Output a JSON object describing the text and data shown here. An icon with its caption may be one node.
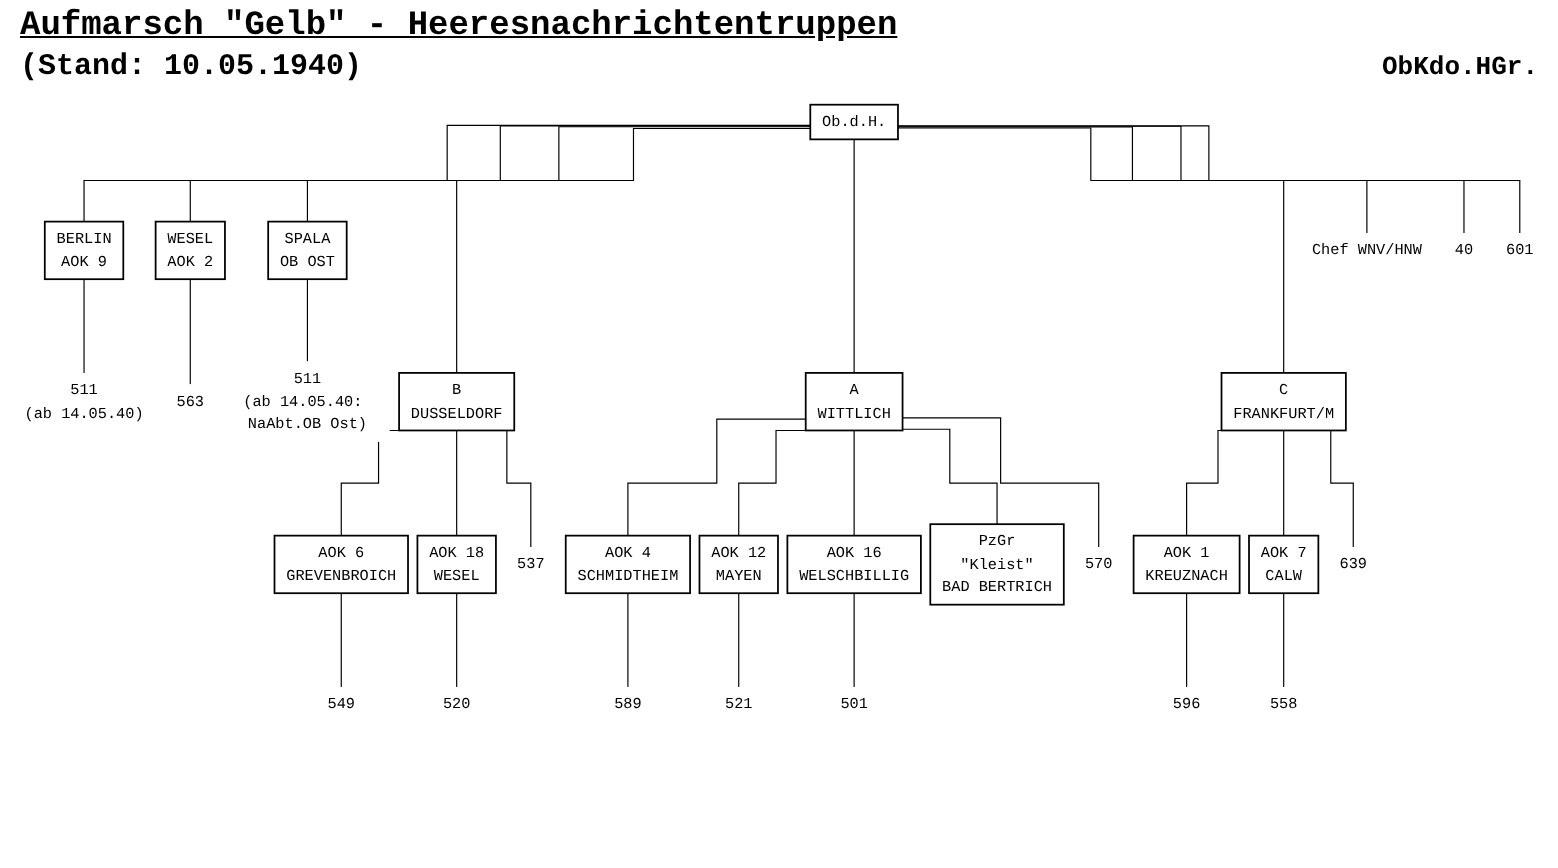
{
  "diagram": {
    "title": "Aufmarsch \"Gelb\" - Heeresnachrichtentruppen",
    "nodes": [
      {
        "text": [
          "Ob.d.H."
        ]
      },
      {
        "text": [
          "Chef WNV/HNW"
        ]
      },
      {
        "text": [
          "40"
        ]
      },
      {
        "text": [
          "601"
        ]
      },
      {
        "text": [
          "BERLIN",
          "AOK 9"
        ]
      },
      {
        "text": [
          "511",
          "(ab 14.05.40)"
        ]
      },
      {
        "text": [
          "WESEL",
          "AOK 2"
        ]
      },
      {
        "text": [
          "563"
        ]
      },
      {
        "text": [
          "SPALA",
          "OB OST"
        ]
      },
      {
        "text": [
          "511",
          "(ab 14.05.40: NaAbt.OB Ost)"
        ]
      },
      {
        "text": [
          "B",
          "DUSSELDORF"
        ]
      },
      {
        "text": [
          "537"
        ]
      },
      {
        "text": [
          "A",
          "WITTLICH"
        ]
      },
      {
        "text": [
          "570"
        ]
      },
      {
        "text": [
          "C",
          "FRANKFURT/M"
        ]
      },
      {
        "text": [
          "639"
        ]
      },
      {
        "text": [
          "AOK 6",
          "GREVENBROICH"
        ]
      },
      {
        "text": [
          "549"
        ]
      },
      {
        "text": [
          "AOK 18",
          "WESEL"
        ]
      },
      {
        "text": [
          "520"
        ]
      },
      {
        "text": [
          "AOK 4",
          "SCHMIDTHEIM"
        ]
      },
      {
        "text": [
          "589"
        ]
      },
      {
        "text": [
          "AOK 12",
          "MAYEN"
        ]
      },
      {
        "text": [
          "521"
        ]
      },
      {
        "text": [
          "AOK 16",
          "WELSCHBILLIG"
        ]
      },
      {
        "text": [
          "501"
        ]
      },
      {
        "text": [
          "PzGr",
          "\"Kleist\"",
          "BAD BERTRICH"
        ]
      },
      {
        "text": [
          "AOK 1",
          "KREUZNACH"
        ]
      },
      {
        "text": [
          "596"
        ]
      },
      {
        "text": [
          "AOK 7",
          "CALW"
        ]
      },
      {
        "text": [
          "558"
        ]
      }
    ],
    "edges": [
      {
        "from": 0,
        "to": 4,
        "arrow": "none"
      },
      {
        "from": 0,
        "to": 6,
        "arrow": "none"
      },
      {
        "from": 0,
        "to": 8,
        "arrow": "none"
      },
      {
        "from": 0,
        "to": 10,
        "arrow": "none"
      },
      {
        "from": 0,
        "to": 12,
        "arrow": "none"
      },
      {
        "from": 0,
        "to": 14,
        "arrow": "none"
      },
      {
        "from": 0,
        "to": 1,
        "arrow": "none"
      },
      {
        "from": 0,
        "to": 2,
        "arrow": "none"
      },
      {
        "from": 0,
        "to": 3,
        "arrow": "none"
      },
      {
        "from": 4,
        "to": 5,
        "arrow": "none"
      },
      {
        "from": 6,
        "to": 7,
        "arrow": "none"
      },
      {
        "from": 8,
        "to": 9,
        "arrow": "none"
      },
      {
        "from": 10,
        "to": 16,
        "arrow": "none"
      },
      {
        "from": 10,
        "to": 18,
        "arrow": "none"
      },
      {
        "from": 12,
        "to": 20,
        "arrow": "none"
      },
      {
        "from": 12,
        "to": 22,
        "arrow": "none"
      },
      {
        "from": 12,
        "to": 24,
        "arrow": "none"
      },
      {
        "from": 12,
        "to": 26,
        "arrow": "none"
      },
      {
        "from": 14,
        "to": 27,
        "arrow": "none"
      },
      {
        "from": 14,
        "to": 29,
        "arrow": "none"
      },
      {
        "from": 10,
        "to": 11,
        "arrow": "none"
      },
      {
        "from": 12,
        "to": 13,
        "arrow": "none"
      },
      {
        "from": 14,
        "to": 15,
        "arrow": "none"
      },
      {
        "from": 16,
        "to": 17,
        "arrow": "none"
      },
      {
        "from": 18,
        "to": 19,
        "arrow": "none"
      },
      {
        "from": 20,
        "to": 21,
        "arrow": "none"
      },
      {
        "from": 22,
        "to": 23,
        "arrow": "none"
      },
      {
        "from": 24,
        "to": 25,
        "arrow": "none"
      },
      {
        "from": 27,
        "to": 28,
        "arrow": "none"
      },
      {
        "from": 29,
        "to": 30,
        "arrow": "none"
      }
    ],
    "labels": [
      "(Stand: 10.05.1940)",
      "ObKdo.HGr."
    ]
  }
}
